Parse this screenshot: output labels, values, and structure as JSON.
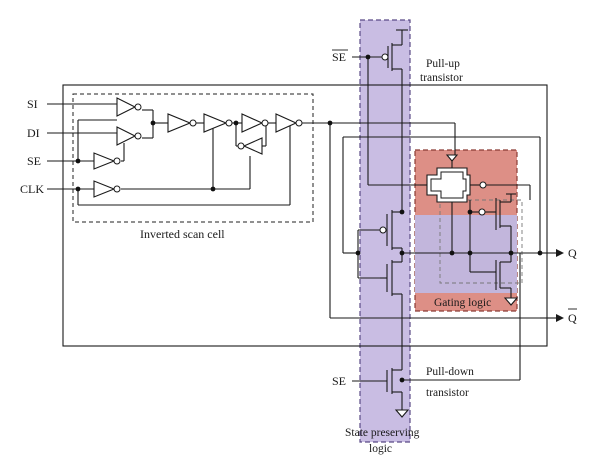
{
  "colors": {
    "state_preserving": "#c9bde3",
    "state_preserving_border": "#5a4a86",
    "gating": "#dd8f86",
    "gating_border": "#8a3b34",
    "wire": "#1a1a1a"
  },
  "labels": {
    "se_bar": "SE",
    "pullup": [
      "Pull-up",
      "transistor"
    ],
    "si": "SI",
    "di": "DI",
    "se_in": "SE",
    "clk": "CLK",
    "inverted_scan_cell": "Inverted scan cell",
    "q": "Q",
    "q_bar": "Q",
    "gating_logic": "Gating logic",
    "se_bottom": "SE",
    "pulldown": [
      "Pull-down",
      "transistor"
    ],
    "state_preserving": [
      "State preserving",
      "logic"
    ]
  }
}
